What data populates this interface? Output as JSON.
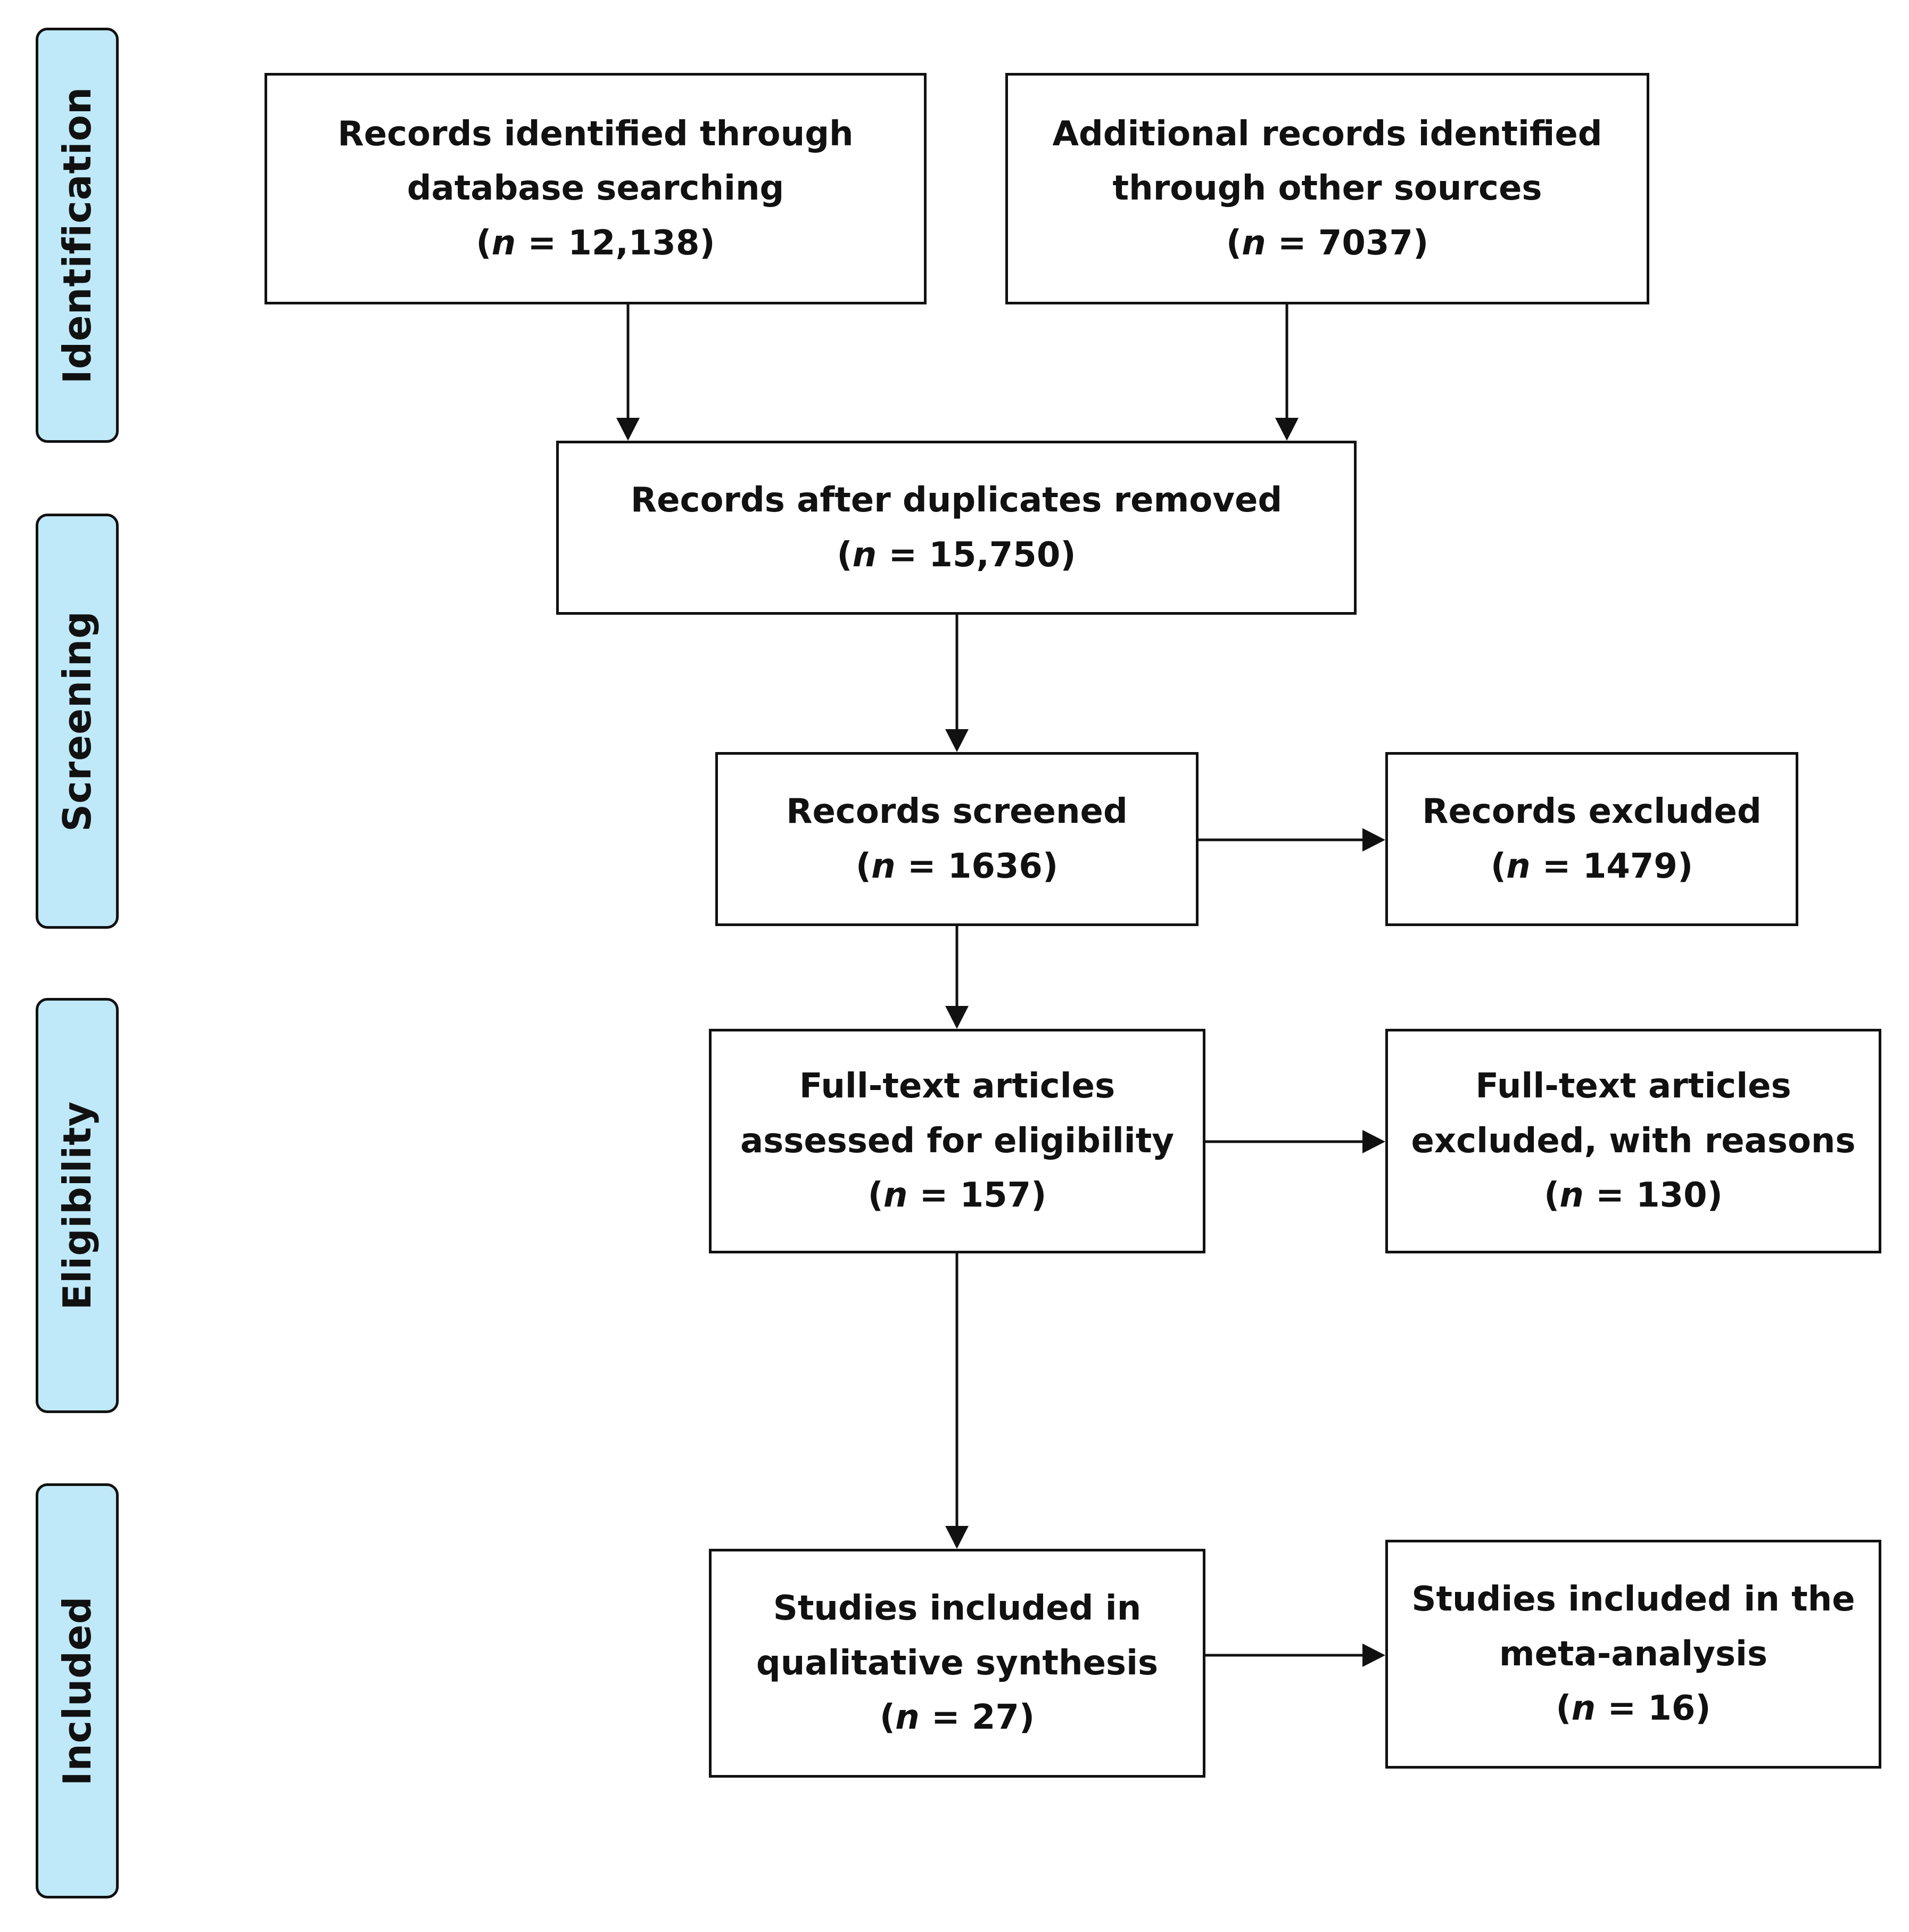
{
  "phases": [
    {
      "label": "Identification"
    },
    {
      "label": "Screening"
    },
    {
      "label": "Eligibility"
    },
    {
      "label": "Included"
    }
  ],
  "boxes": {
    "db_search": {
      "lines": [
        "Records identified through",
        "database searching"
      ],
      "n_prefix": "(",
      "n_var": "n",
      "n_value": " = 12,138)"
    },
    "other_src": {
      "lines": [
        "Additional records identified",
        "through other sources"
      ],
      "n_prefix": "(",
      "n_var": "n",
      "n_value": " = 7037)"
    },
    "dedup": {
      "lines": [
        "Records after duplicates removed"
      ],
      "n_prefix": "(",
      "n_var": "n",
      "n_value": " = 15,750)"
    },
    "screened": {
      "lines": [
        "Records screened"
      ],
      "n_prefix": "(",
      "n_var": "n",
      "n_value": " = 1636)"
    },
    "excluded": {
      "lines": [
        "Records excluded"
      ],
      "n_prefix": "(",
      "n_var": "n",
      "n_value": " = 1479)"
    },
    "fulltext": {
      "lines": [
        "Full-text articles",
        "assessed for eligibility"
      ],
      "n_prefix": "(",
      "n_var": "n",
      "n_value": " = 157)"
    },
    "ft_excluded": {
      "lines": [
        "Full-text articles",
        "excluded, with reasons"
      ],
      "n_prefix": "(",
      "n_var": "n",
      "n_value": " = 130)"
    },
    "qualitative": {
      "lines": [
        "Studies included in",
        "qualitative synthesis"
      ],
      "n_prefix": "(",
      "n_var": "n",
      "n_value": " = 27)"
    },
    "meta": {
      "lines": [
        "Studies included in the",
        "meta-analysis"
      ],
      "n_prefix": "(",
      "n_var": "n",
      "n_value": " = 16)"
    }
  }
}
